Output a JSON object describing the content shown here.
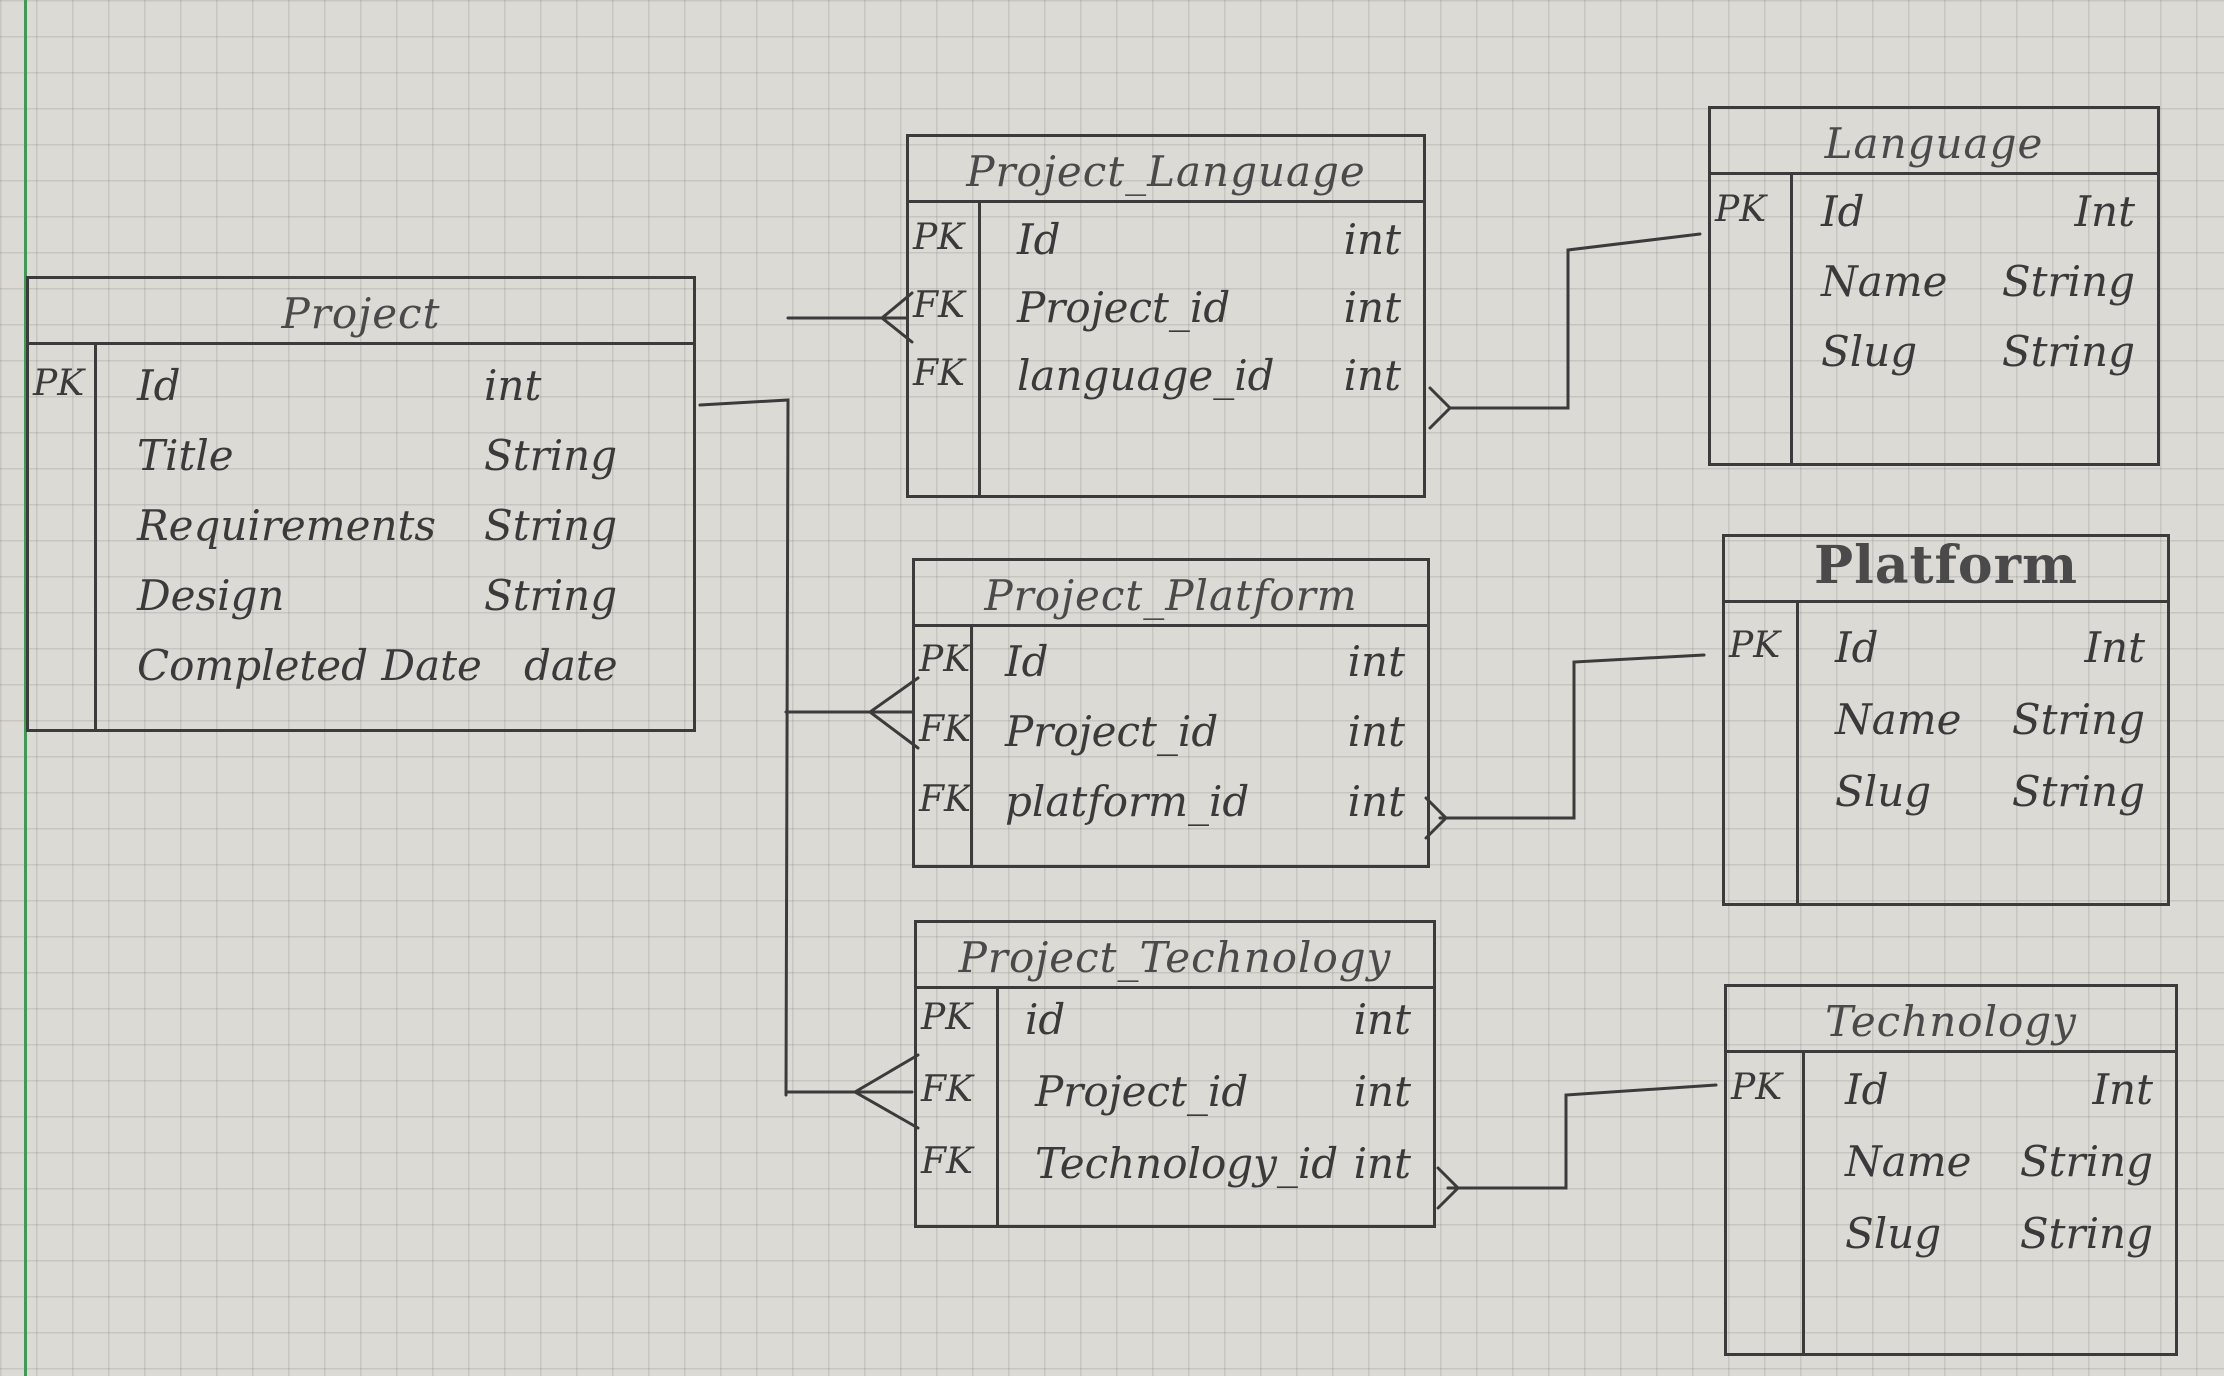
{
  "entities": {
    "project": {
      "title": "Project",
      "fields": [
        {
          "key": "PK",
          "name": "Id",
          "type": "int"
        },
        {
          "key": "",
          "name": "Title",
          "type": "String"
        },
        {
          "key": "",
          "name": "Requirements",
          "type": "String"
        },
        {
          "key": "",
          "name": "Design",
          "type": "String"
        },
        {
          "key": "",
          "name": "Completed Date",
          "type": "date"
        }
      ]
    },
    "project_language": {
      "title": "Project_Language",
      "fields": [
        {
          "key": "PK",
          "name": "Id",
          "type": "int"
        },
        {
          "key": "FK",
          "name": "Project_id",
          "type": "int"
        },
        {
          "key": "FK",
          "name": "language_id",
          "type": "int"
        }
      ]
    },
    "project_platform": {
      "title": "Project_Platform",
      "fields": [
        {
          "key": "PK",
          "name": "Id",
          "type": "int"
        },
        {
          "key": "FK",
          "name": "Project_id",
          "type": "int"
        },
        {
          "key": "FK",
          "name": "platform_id",
          "type": "int"
        }
      ]
    },
    "project_technology": {
      "title": "Project_Technology",
      "fields": [
        {
          "key": "PK",
          "name": "id",
          "type": "int"
        },
        {
          "key": "FK",
          "name": "Project_id",
          "type": "int"
        },
        {
          "key": "FK",
          "name": "Technology_id",
          "type": "int"
        }
      ]
    },
    "language": {
      "title": "Language",
      "fields": [
        {
          "key": "PK",
          "name": "Id",
          "type": "Int"
        },
        {
          "key": "",
          "name": "Name",
          "type": "String"
        },
        {
          "key": "",
          "name": "Slug",
          "type": "String"
        }
      ]
    },
    "platform": {
      "title": "Platform",
      "fields": [
        {
          "key": "PK",
          "name": "Id",
          "type": "Int"
        },
        {
          "key": "",
          "name": "Name",
          "type": "String"
        },
        {
          "key": "",
          "name": "Slug",
          "type": "String"
        }
      ]
    },
    "technology": {
      "title": "Technology",
      "fields": [
        {
          "key": "PK",
          "name": "Id",
          "type": "Int"
        },
        {
          "key": "",
          "name": "Name",
          "type": "String"
        },
        {
          "key": "",
          "name": "Slug",
          "type": "String"
        }
      ]
    }
  },
  "relationships": [
    {
      "from": "Project",
      "to": "Project_Language",
      "end": "crow-foot"
    },
    {
      "from": "Project",
      "to": "Project_Platform",
      "end": "crow-foot"
    },
    {
      "from": "Project",
      "to": "Project_Technology",
      "end": "crow-foot"
    },
    {
      "from": "Language",
      "to": "Project_Language",
      "end": "crow-foot"
    },
    {
      "from": "Platform",
      "to": "Project_Platform",
      "end": "crow-foot"
    },
    {
      "from": "Technology",
      "to": "Project_Technology",
      "end": "crow-foot"
    }
  ]
}
